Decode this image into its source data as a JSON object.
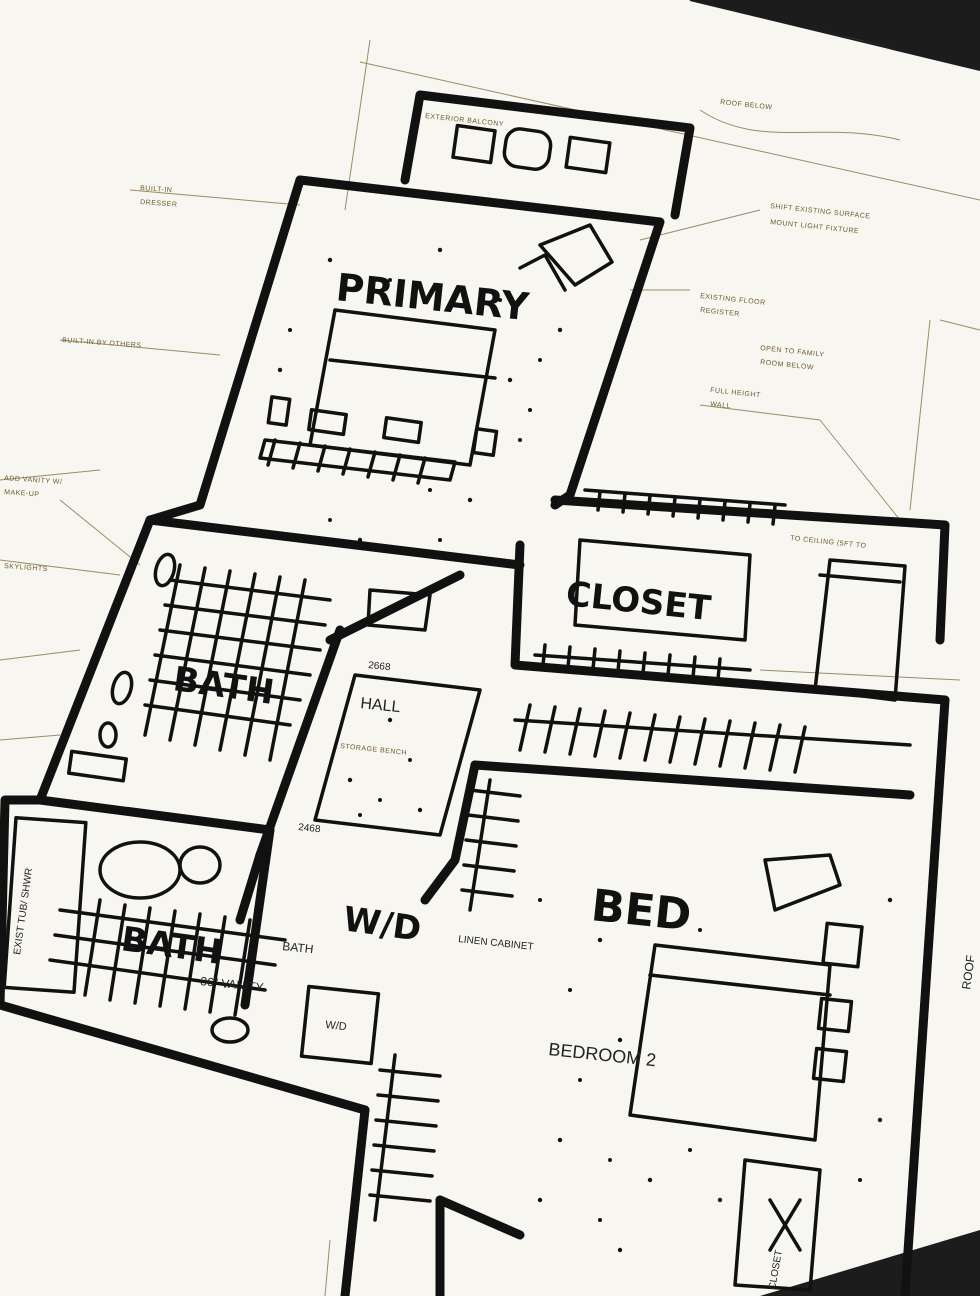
{
  "colors": {
    "paper": "#f7f6f1",
    "marker": "#111111",
    "print_line": "#8a7a4a",
    "shadow": "#1c1c1c"
  },
  "rooms": {
    "primary": "PRIMARY",
    "closet": "CLOSET",
    "bath": "BATH",
    "bath2": "BATH",
    "wd": "W/D",
    "bed": "BED"
  },
  "printed_labels": {
    "bedroom2": "BEDROOM 2",
    "hall": "HALL",
    "vanity": "36\" VANITY",
    "wd_box": "W/D",
    "linen": "LINEN CABINET",
    "closet_small": "CLOSET",
    "bath_small": "BATH",
    "roof": "ROOF",
    "dim_2668": "2668",
    "dim_2468": "2468",
    "exist_tub": "EXIST TUB/ SHWR"
  },
  "notes": {
    "roof_below": "ROOF BELOW",
    "exterior_balcony": "EXTERIOR BALCONY",
    "existing_surface": "SHIFT EXISTING SURFACE",
    "light_fixture": "MOUNT LIGHT FIXTURE",
    "existing_floor": "EXISTING FLOOR",
    "register": "REGISTER",
    "open_to_family": "OPEN TO FAMILY",
    "room_below": "ROOM BELOW",
    "full_height": "FULL HEIGHT",
    "wall": "WALL",
    "built_in": "BUILT-IN BY OTHERS",
    "ceiling": "TO CEILING (5FT TO",
    "vanity_note": "ADD VANITY W/",
    "makeup": "MAKE-UP",
    "skylights": "SKYLIGHTS",
    "built_in_dresser": "BUILT-IN",
    "dresser_note": "DRESSER",
    "storage": "STORAGE BENCH"
  }
}
